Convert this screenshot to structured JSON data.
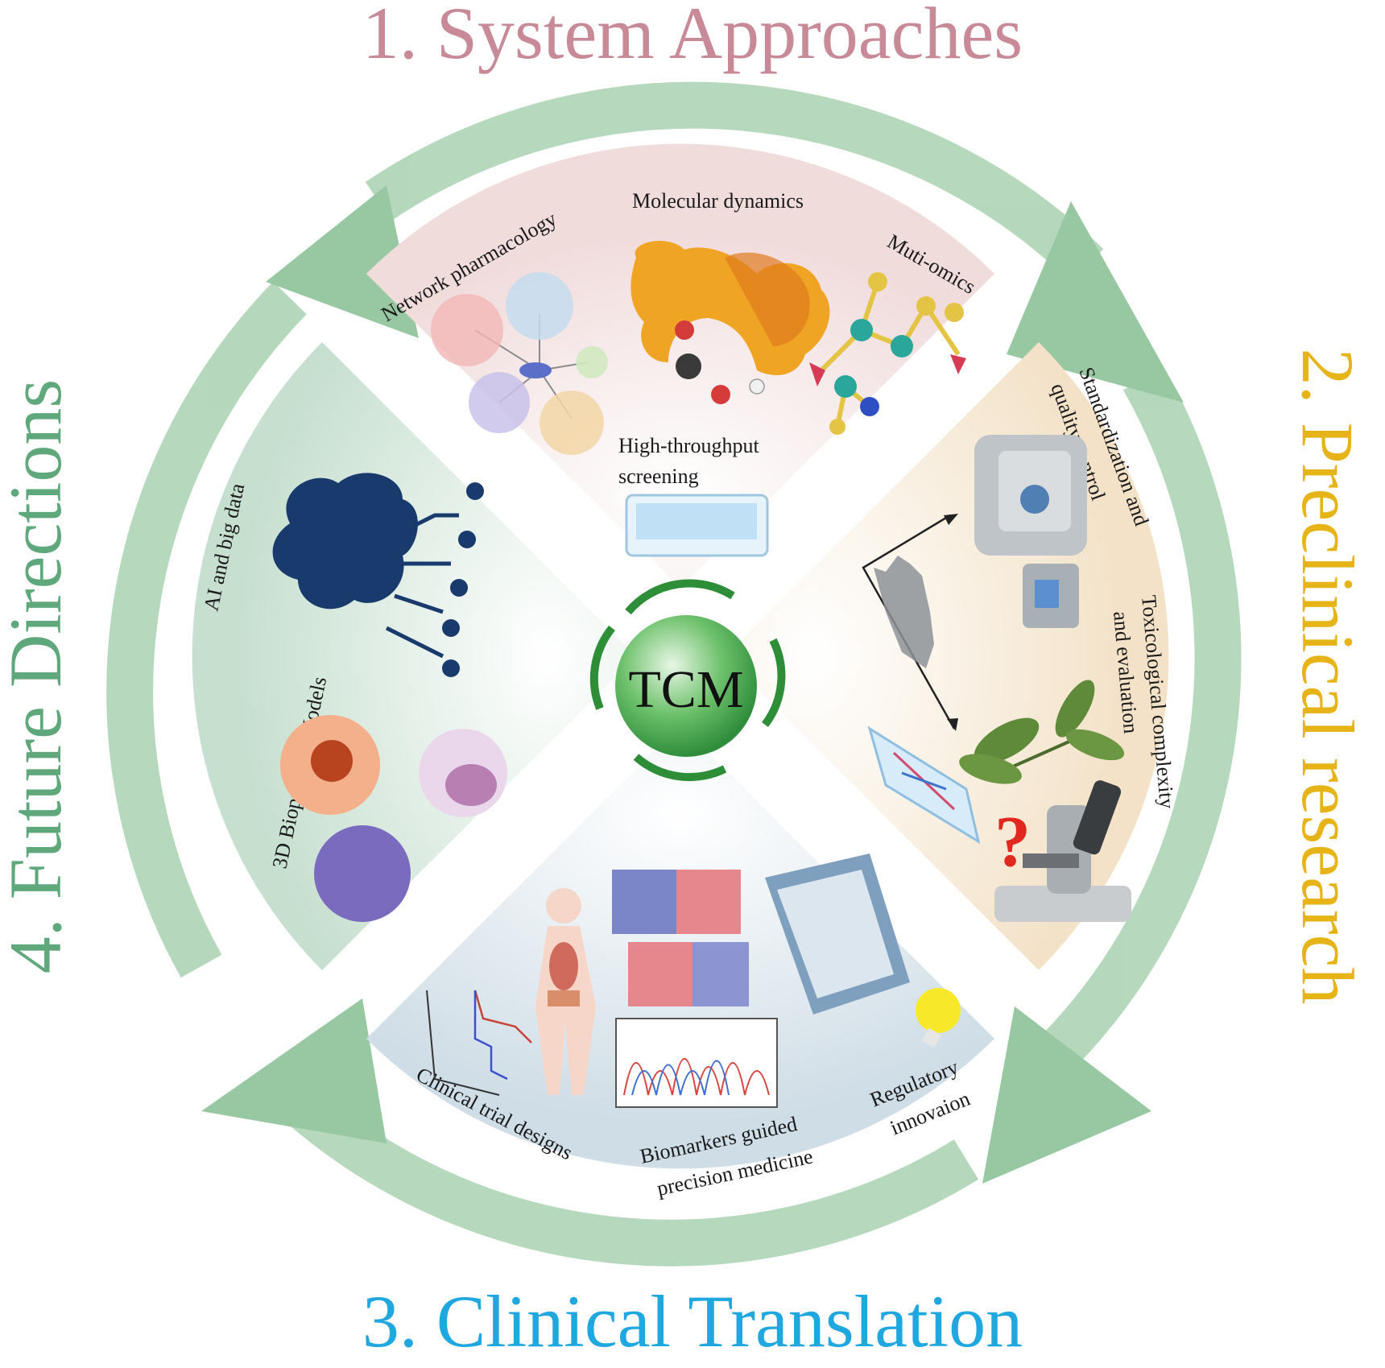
{
  "titles": {
    "system": "1. System Approaches",
    "preclinical": "2. Preclinical research",
    "clinical": "3. Clinical Translation",
    "future": "4. Future Directions"
  },
  "center": "TCM",
  "system_approaches": {
    "network": "Network pharmacology",
    "molecular": "Molecular dynamics",
    "omics": "Muti-omics",
    "hts_line1": "High-throughput",
    "hts_line2": "screening"
  },
  "preclinical": {
    "std_line1": "Standardization and",
    "std_line2": "quality control",
    "tox_line1": "Toxicological complexity",
    "tox_line2": "and evaluation"
  },
  "clinical": {
    "trial": "Clinical trial designs",
    "bio_line1": "Biomarkers guided",
    "bio_line2": "precision medicine",
    "reg_line1": "Regulatory",
    "reg_line2": "innovaion"
  },
  "future": {
    "ai": "AI and big data",
    "bioprint": "3D Bioprinting Models"
  },
  "colors": {
    "system": "#c98a98",
    "preclinical": "#e6b416",
    "clinical": "#1fa7e0",
    "future": "#5ea87c",
    "arrow": "#9fcba8",
    "tcm": "#3fa84f"
  }
}
